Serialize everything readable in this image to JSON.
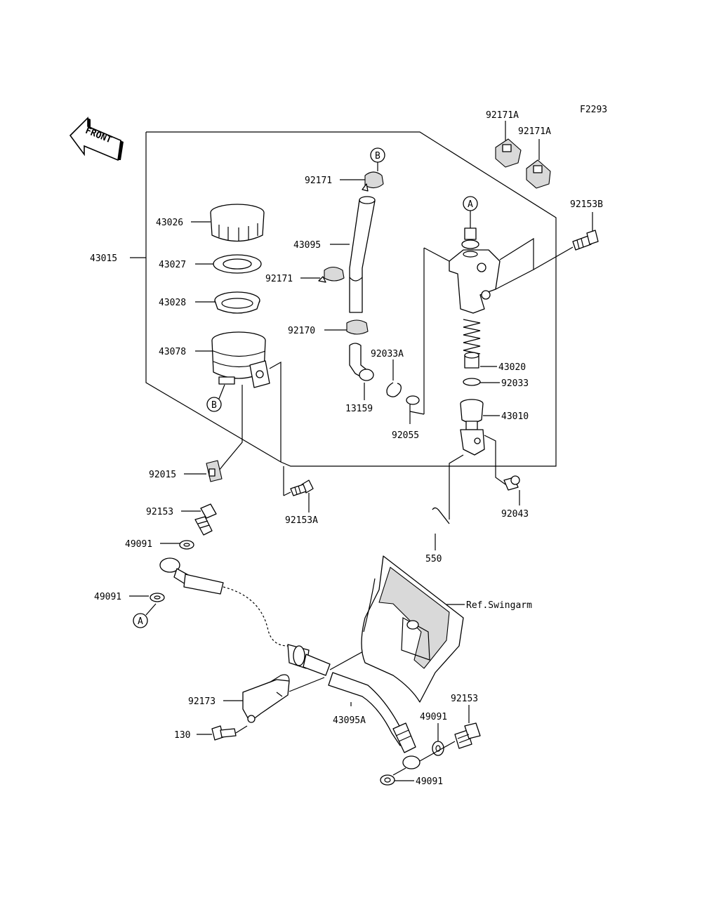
{
  "figure_code": "F2293",
  "front_arrow": "FRONT",
  "ref_swingarm": "Ref.Swingarm",
  "markers": {
    "a": "A",
    "b": "B"
  },
  "parts": {
    "p43015": "43015",
    "p43026": "43026",
    "p43027": "43027",
    "p43028": "43028",
    "p43078": "43078",
    "p92015": "92015",
    "p92153A": "92153A",
    "p92171_top": "92171",
    "p43095": "43095",
    "p92171_mid": "92171",
    "p92170": "92170",
    "p92033A": "92033A",
    "p13159": "13159",
    "p92055": "92055",
    "p92171A_1": "92171A",
    "p92171A_2": "92171A",
    "p92153B": "92153B",
    "p43020": "43020",
    "p92033": "92033",
    "p43010": "43010",
    "p92043": "92043",
    "p550": "550",
    "p92153_upper": "92153",
    "p49091_a": "49091",
    "p49091_b": "49091",
    "p92173": "92173",
    "p130": "130",
    "p43095A": "43095A",
    "p92153_lower": "92153",
    "p49091_c": "49091",
    "p49091_d": "49091"
  }
}
